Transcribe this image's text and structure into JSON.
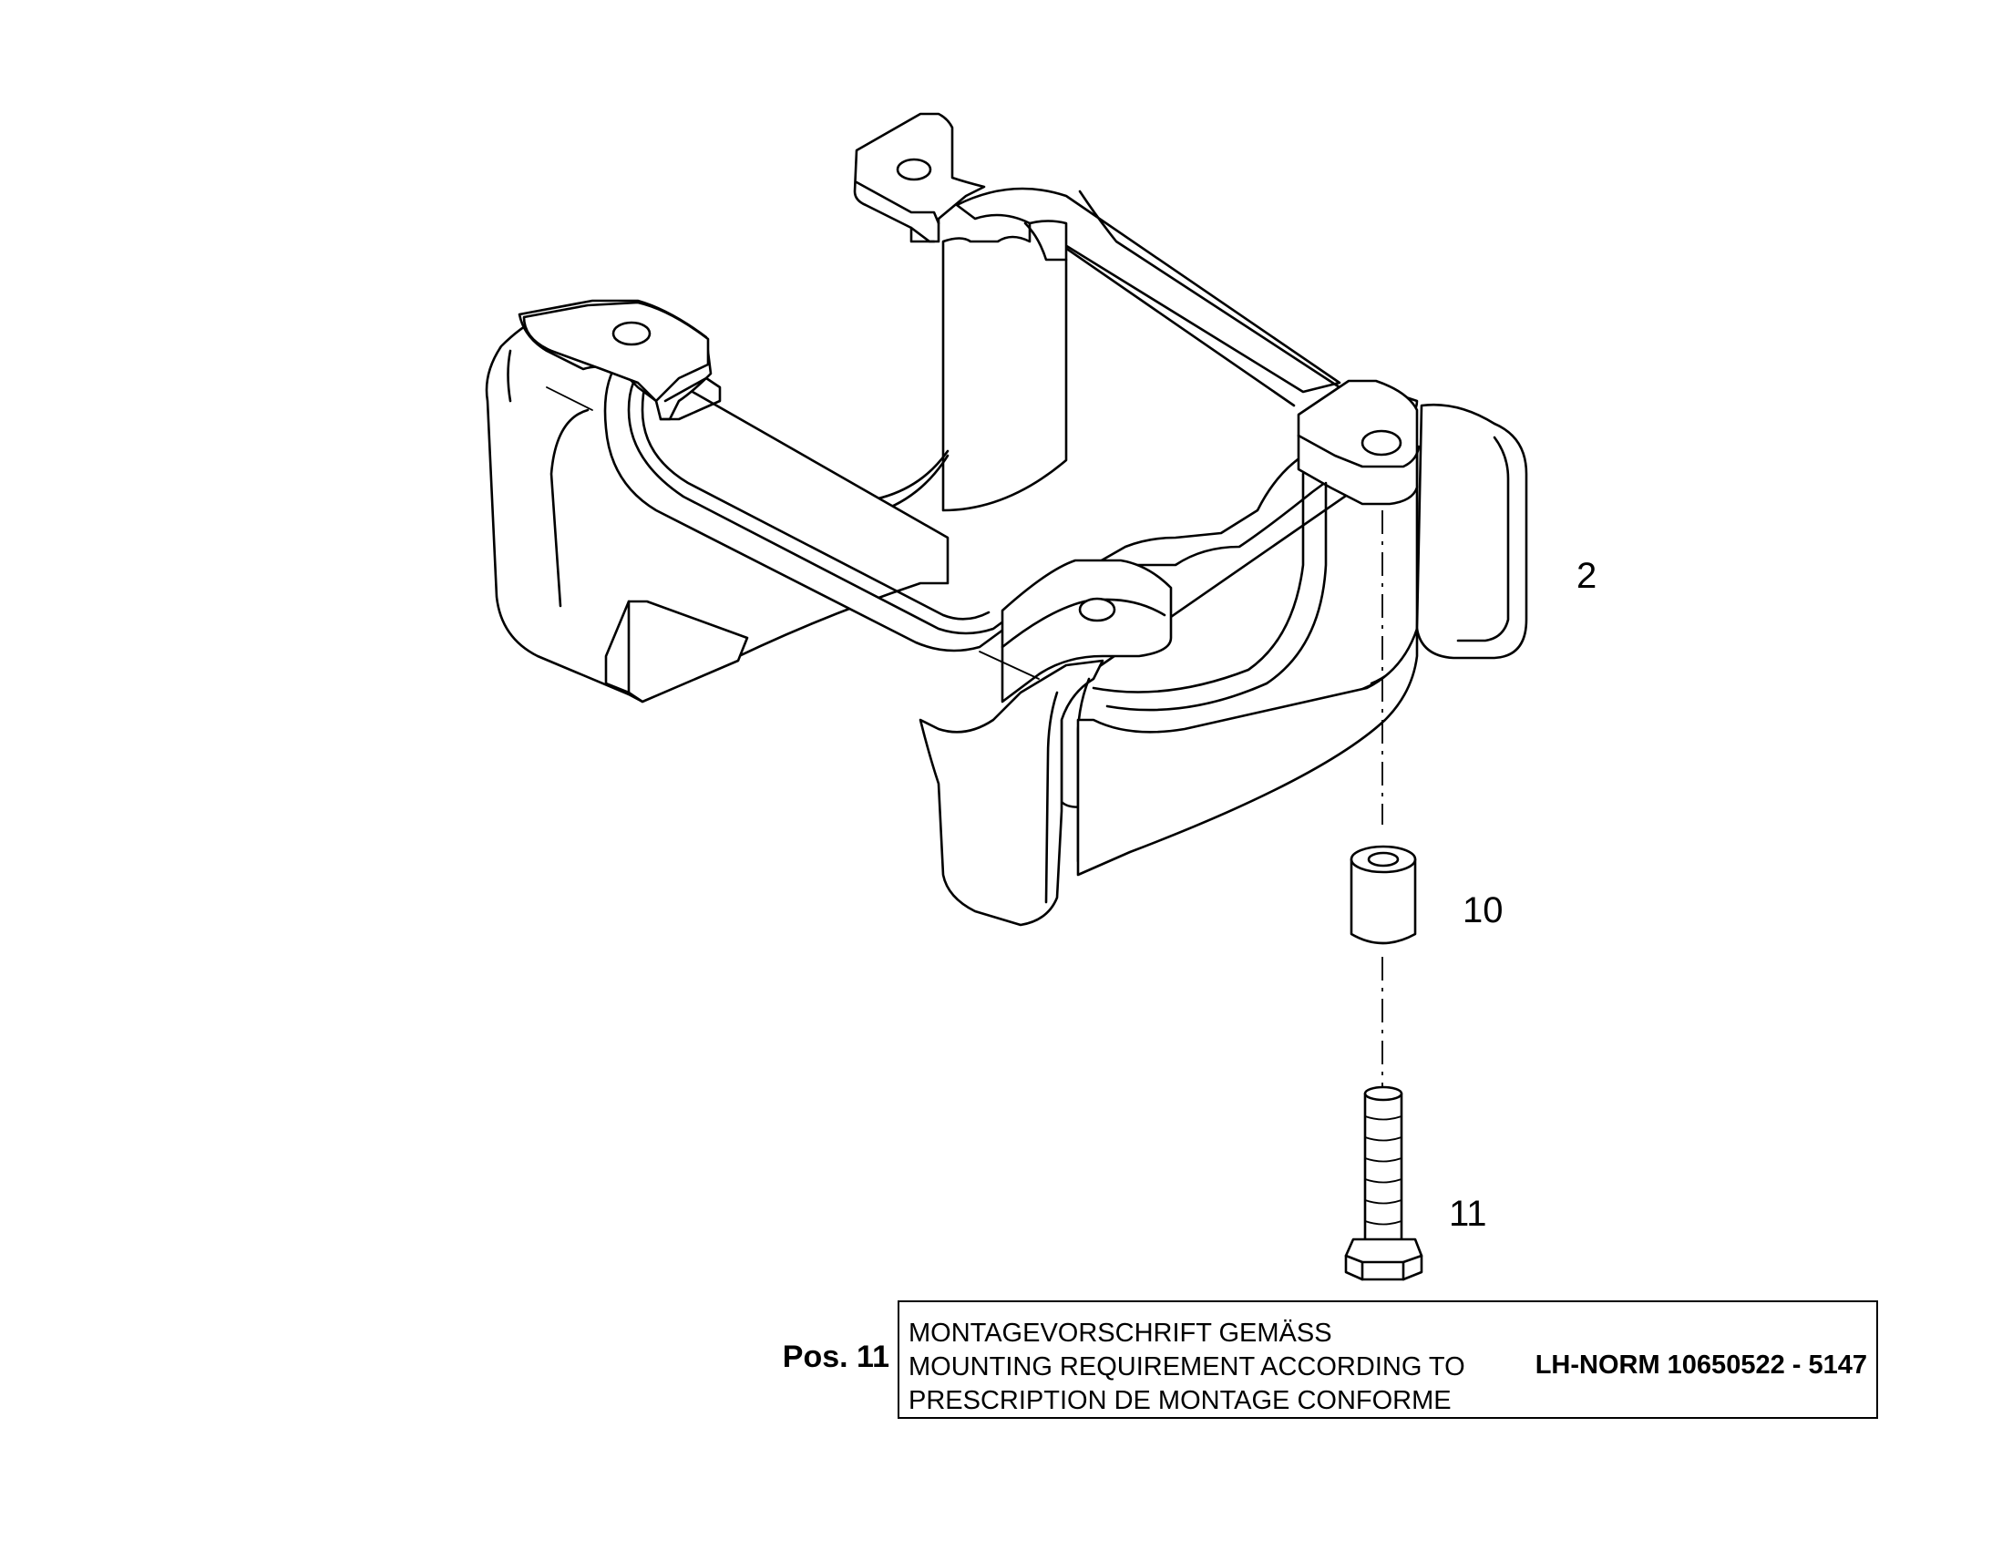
{
  "callouts": {
    "bracket": "2",
    "spacer": "10",
    "screw": "11"
  },
  "note": {
    "position_label": "Pos. 11",
    "lines": [
      "MONTAGEVORSCHRIFT GEMÄSS",
      "MOUNTING REQUIREMENT ACCORDING TO",
      "PRESCRIPTION DE MONTAGE CONFORME"
    ],
    "reference": "LH-NORM 10650522 - 5147"
  }
}
